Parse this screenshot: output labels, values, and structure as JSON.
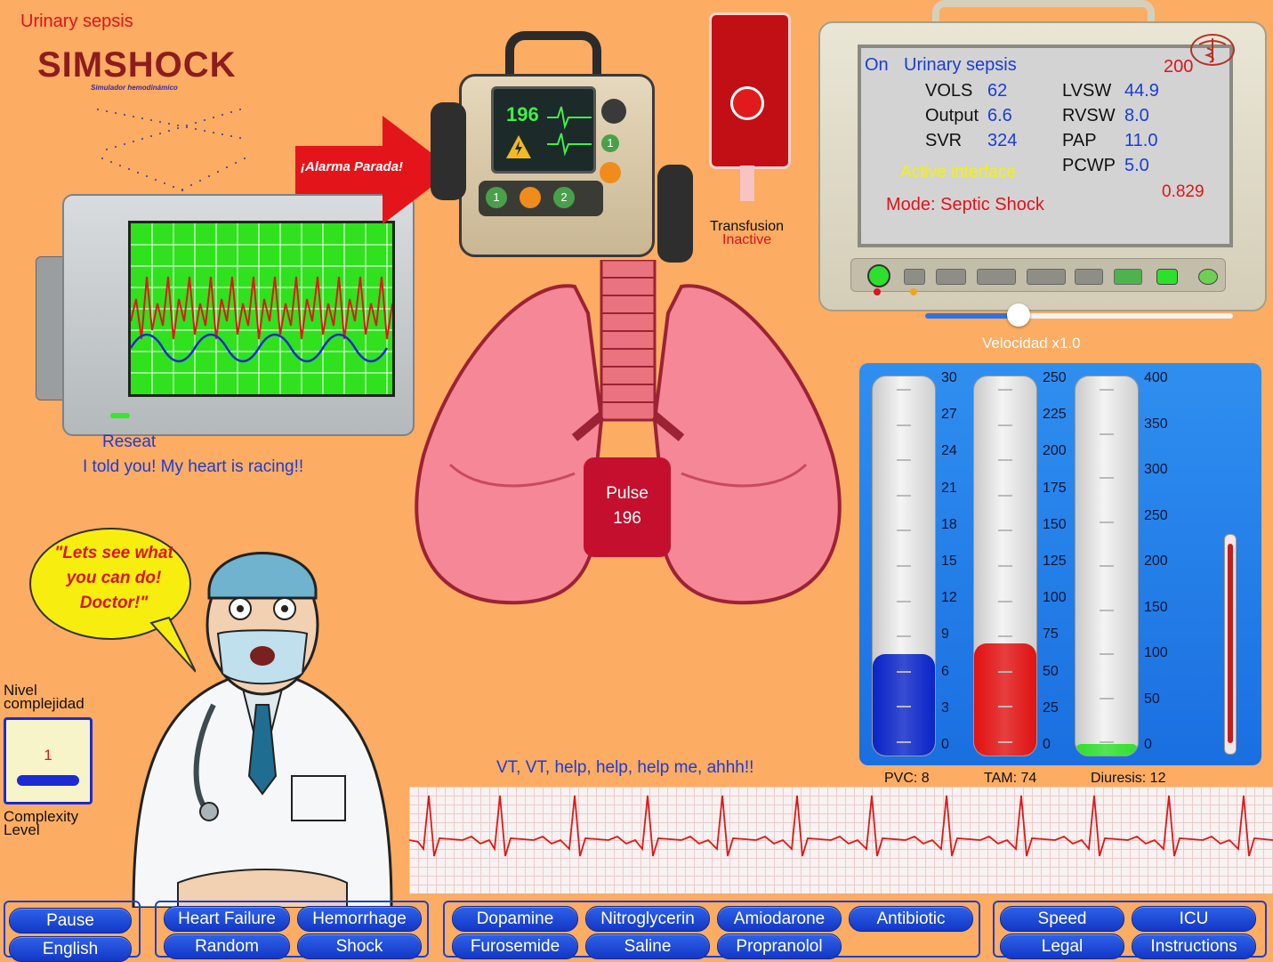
{
  "scenario_title": "Urinary sepsis",
  "logo": {
    "name": "SIMSHOCK",
    "subtitle": "Simulador hemodinámico"
  },
  "alarm_arrow_label": "¡Alarma Parada!",
  "defibrillator": {
    "reading": "196",
    "buttons": [
      "1",
      "2"
    ]
  },
  "transfusion": {
    "label": "Transfusion",
    "status": "Inactive"
  },
  "vital_monitor": {
    "power": "On",
    "scenario": "Urinary sepsis",
    "top_value": "200",
    "metrics_left": [
      {
        "label": "VOLS",
        "value": "62"
      },
      {
        "label": "Output",
        "value": "6.6"
      },
      {
        "label": "SVR",
        "value": "324"
      }
    ],
    "metrics_right": [
      {
        "label": "LVSW",
        "value": "44.9"
      },
      {
        "label": "RVSW",
        "value": "8.0"
      },
      {
        "label": "PAP",
        "value": "11.0"
      },
      {
        "label": "PCWP",
        "value": "5.0"
      }
    ],
    "interface_status": "Active interface",
    "extra_value": "0.829",
    "mode": "Mode: Septic Shock"
  },
  "speed": {
    "label": "Velocidad x1.0",
    "value_fraction": 0.3
  },
  "reset_label": "Reseat",
  "patient_message": "I told you! My heart is racing!!",
  "pulse": {
    "label": "Pulse",
    "value": "196"
  },
  "speech_bubble": "\"Lets see what you can do! Doctor!\"",
  "complexity": {
    "label_es": "Nivel complejidad",
    "label_en": "Complexity Level",
    "value": "1"
  },
  "ecg_message": "VT, VT, help, help, help me, ahhh!!",
  "gauges": [
    {
      "name": "PVC",
      "readout": "PVC: 8",
      "value": 8,
      "max": 30,
      "ticks": [
        "30",
        "27",
        "24",
        "21",
        "18",
        "15",
        "12",
        "9",
        "6",
        "3",
        "0"
      ],
      "color": "#0a24c9"
    },
    {
      "name": "TAM",
      "readout": "TAM: 74",
      "value": 74,
      "max": 250,
      "ticks": [
        "250",
        "225",
        "200",
        "175",
        "150",
        "125",
        "100",
        "75",
        "50",
        "25",
        "0"
      ],
      "color": "#e31212"
    },
    {
      "name": "Diuresis",
      "readout": "Diuresis: 12",
      "value": 12,
      "max": 400,
      "ticks": [
        "400",
        "350",
        "300",
        "250",
        "200",
        "150",
        "100",
        "50",
        "0"
      ],
      "color": "#2ee02e"
    }
  ],
  "buttons": {
    "pause": "Pause",
    "english": "English",
    "heart_failure": "Heart Failure",
    "hemorrhage": "Hemorrhage",
    "random": "Random",
    "shock": "Shock",
    "dopamine": "Dopamine",
    "nitroglycerin": "Nitroglycerin",
    "amiodarone": "Amiodarone",
    "antibiotic": "Antibiotic",
    "furosemide": "Furosemide",
    "saline": "Saline",
    "propranolol": "Propranolol",
    "speed": "Speed",
    "icu": "ICU",
    "legal": "Legal",
    "instructions": "Instructions"
  },
  "colors": {
    "background": "#fcac63",
    "button": "#1f48d8",
    "alert_red": "#e0121b",
    "text_blue": "#1a3cd6"
  }
}
